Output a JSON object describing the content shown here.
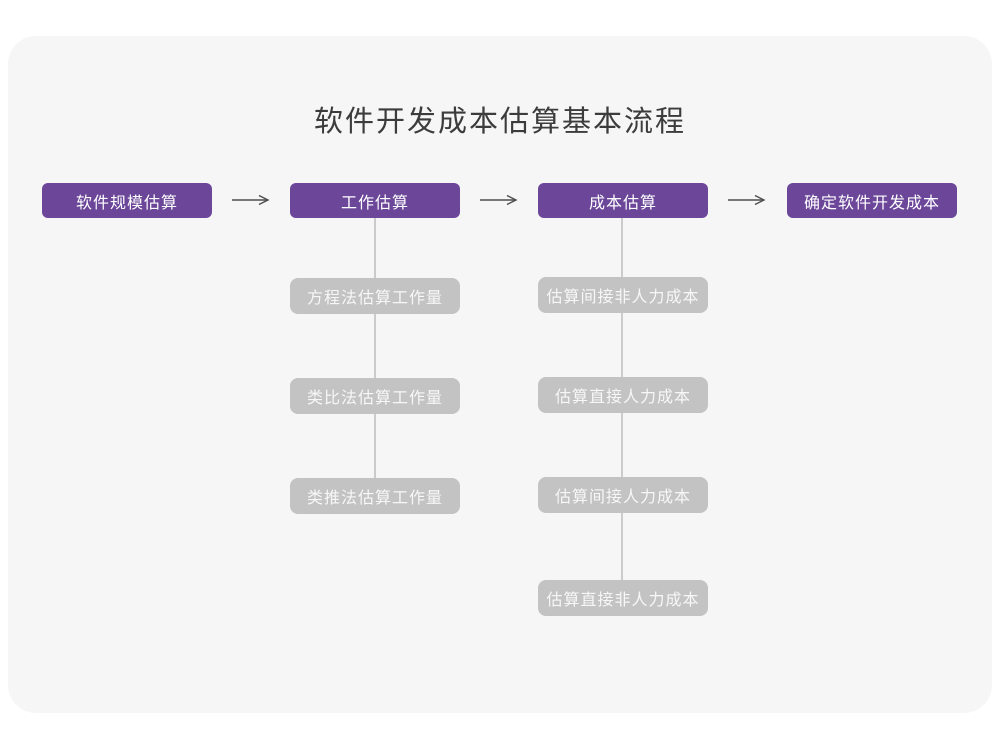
{
  "page": {
    "title": "软件开发成本估算基本流程"
  },
  "colors": {
    "page_bg": "#ffffff",
    "card_bg": "#f6f6f7",
    "primary_node": "#6b4699",
    "primary_text": "#ffffff",
    "secondary_node": "#c3c3c3",
    "secondary_text": "#f7f7f7",
    "connector_line": "#cbcbcb",
    "arrow": "#4d4d4d",
    "title_text": "#3c3c3c"
  },
  "flow": {
    "main_steps": [
      {
        "label": "软件规模估算"
      },
      {
        "label": "工作估算"
      },
      {
        "label": "成本估算"
      },
      {
        "label": "确定软件开发成本"
      }
    ],
    "work_estimation_methods": [
      {
        "label": "方程法估算工作量"
      },
      {
        "label": "类比法估算工作量"
      },
      {
        "label": "类推法估算工作量"
      }
    ],
    "cost_estimation_methods": [
      {
        "label": "估算间接非人力成本"
      },
      {
        "label": "估算直接人力成本"
      },
      {
        "label": "估算间接人力成本"
      },
      {
        "label": "估算直接非人力成本"
      }
    ]
  }
}
